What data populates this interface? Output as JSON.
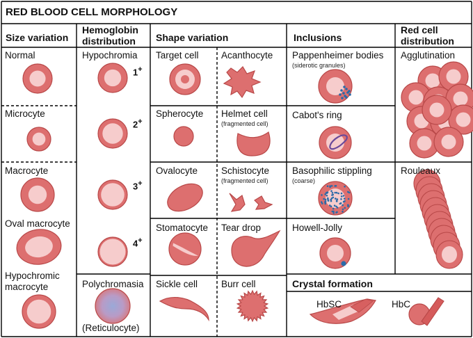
{
  "title": "RED BLOOD CELL MORPHOLOGY",
  "colors": {
    "cell_fill": "#dd6f6f",
    "cell_center": "#f6cccc",
    "cell_outline": "#b84848",
    "inclusion_blue": "#2a6aa8",
    "polychromasia_blue": "#8ea0d2",
    "border": "#000000"
  },
  "headers": {
    "size": "Size variation",
    "hemoglobin_line1": "Hemoglobin",
    "hemoglobin_line2": "distribution",
    "shape": "Shape variation",
    "inclusions": "Inclusions",
    "distribution_line1": "Red cell",
    "distribution_line2": "distribution",
    "crystal": "Crystal formation"
  },
  "size_variation": {
    "normal": "Normal",
    "microcyte": "Microcyte",
    "macrocyte": "Macrocyte",
    "oval_macrocyte": "Oval macrocyte",
    "hypochromic_line1": "Hypochromic",
    "hypochromic_line2": "macrocyte"
  },
  "hemoglobin": {
    "hypochromia": "Hypochromia",
    "grades": [
      "1",
      "2",
      "3",
      "4"
    ],
    "grade_sup": "+",
    "polychromasia": "Polychromasia",
    "reticulocyte": "(Reticulocyte)"
  },
  "shape": {
    "target": "Target cell",
    "acanthocyte": "Acanthocyte",
    "spherocyte": "Spherocyte",
    "helmet": "Helmet cell",
    "helmet_note": "(fragmented cell)",
    "ovalocyte": "Ovalocyte",
    "schistocyte": "Schistocyte",
    "schistocyte_note": "(fragmented cell)",
    "stomatocyte": "Stomatocyte",
    "tear_drop": "Tear drop",
    "sickle": "Sickle cell",
    "burr": "Burr cell"
  },
  "inclusions": {
    "pappenheimer": "Pappenheimer bodies",
    "pappenheimer_note": "(siderotic granules)",
    "cabot": "Cabot's ring",
    "basophilic": "Basophilic stippling",
    "basophilic_note": "(coarse)",
    "howell_jolly": "Howell-Jolly"
  },
  "distribution": {
    "agglutination": "Agglutination",
    "rouleaux": "Rouleaux"
  },
  "crystal": {
    "hbsc": "HbSC",
    "hbc": "HbC"
  }
}
